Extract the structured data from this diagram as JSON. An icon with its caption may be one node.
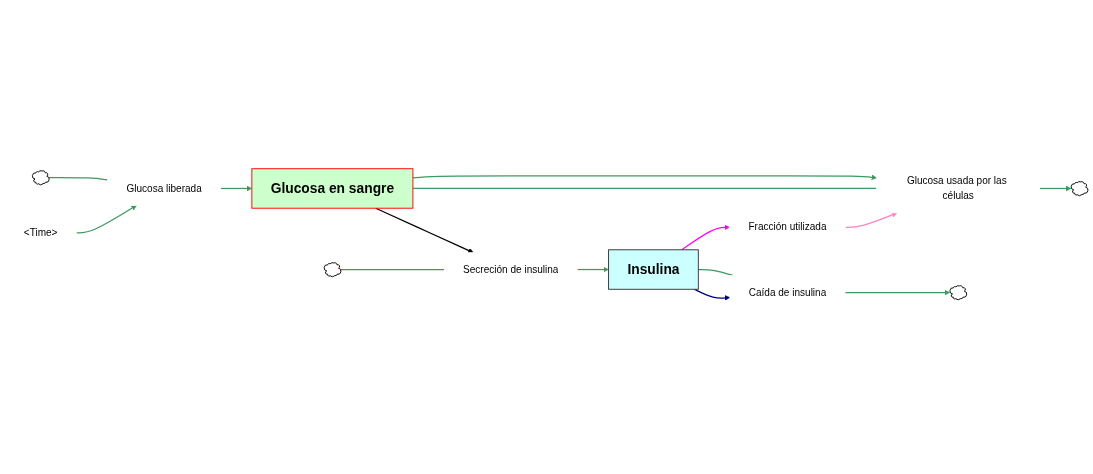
{
  "diagram": {
    "nodes": [
      {
        "text": [],
        "shape": "cloud"
      },
      {
        "text": [
          "<Time>"
        ]
      },
      {
        "text": [
          "Glucosa liberada"
        ]
      },
      {
        "text": [
          "Glucosa en sangre"
        ]
      },
      {
        "text": [
          "Glucosa usada por las células"
        ]
      },
      {
        "text": [],
        "shape": "cloud"
      },
      {
        "text": [
          "Fracción utilizada"
        ]
      },
      {
        "text": [
          "Secreción de insulina"
        ]
      },
      {
        "text": [],
        "shape": "cloud"
      },
      {
        "text": [
          "Insulina"
        ]
      },
      {
        "text": [
          "Caída de insulina"
        ]
      },
      {
        "text": [],
        "shape": "cloud"
      }
    ],
    "edges": [
      {
        "from": 0,
        "to": 2,
        "arrow": "none"
      },
      {
        "from": 2,
        "to": 3,
        "arrow": "to"
      },
      {
        "from": 1,
        "to": 2,
        "arrow": "to"
      },
      {
        "from": 3,
        "to": 4,
        "arrow": "to"
      },
      {
        "from": 3,
        "to": 4,
        "arrow": "none"
      },
      {
        "from": 4,
        "to": 5,
        "arrow": "to"
      },
      {
        "from": 3,
        "to": 7,
        "arrow": "to",
        "color": "#000000"
      },
      {
        "from": 6,
        "to": 4,
        "arrow": "to",
        "color": "#ff80c0"
      },
      {
        "from": 8,
        "to": 7,
        "arrow": "none"
      },
      {
        "from": 7,
        "to": 9,
        "arrow": "to"
      },
      {
        "from": 9,
        "to": 6,
        "arrow": "to",
        "color": "#ff00ff"
      },
      {
        "from": 9,
        "to": 10,
        "arrow": "none"
      },
      {
        "from": 10,
        "to": 11,
        "arrow": "to"
      },
      {
        "from": 9,
        "to": 10,
        "arrow": "to",
        "color": "#000080"
      }
    ]
  }
}
